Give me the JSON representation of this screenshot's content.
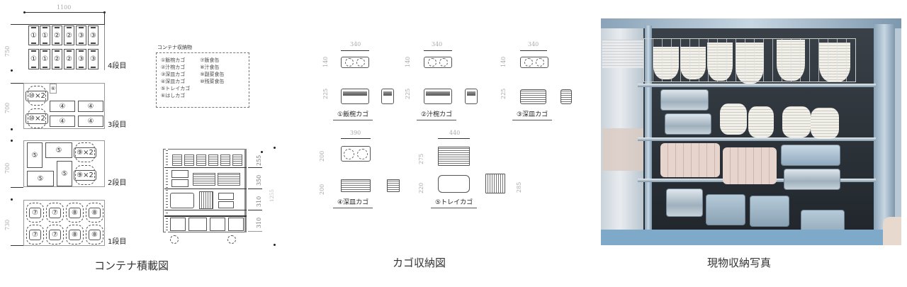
{
  "captions": {
    "left": "コンテナ積載図",
    "middle": "カゴ収納図",
    "right": "現物収納写真"
  },
  "stacking": {
    "width_dim": "1100",
    "tier_heights": [
      "750",
      "700",
      "700",
      "730"
    ],
    "tiers": [
      {
        "label": "4段目",
        "rows": [
          [
            "①",
            "①",
            "②",
            "②",
            "③",
            "③"
          ],
          [
            "①",
            "①",
            "②",
            "②",
            "③",
            "③"
          ]
        ]
      },
      {
        "label": "3段目",
        "items": [
          "⑩×2",
          "⑩×2",
          "⑥",
          "④",
          "④",
          "④",
          "④"
        ]
      },
      {
        "label": "2段目",
        "items": [
          "⑤",
          "⑤",
          "⑤",
          "⑤",
          "⑨×2",
          "⑨×2"
        ]
      },
      {
        "label": "1段目",
        "rows": [
          [
            "⑦",
            "⑦",
            "⑧",
            "⑧"
          ],
          [
            "⑦",
            "⑦",
            "⑧",
            "⑧"
          ]
        ]
      }
    ]
  },
  "legend": {
    "title": "コンテナ収納物",
    "col1": [
      "①飯椀カゴ",
      "②汁椀カゴ",
      "③深皿カゴ",
      "④深皿カゴ",
      "⑤トレイカゴ",
      "⑥はしカゴ"
    ],
    "col2": [
      "⑦飯食缶",
      "⑧汁食缶",
      "⑨副菜食缶",
      "⑩残菜食缶"
    ]
  },
  "cart_side": {
    "dims": [
      "255",
      "350",
      "310",
      "310"
    ],
    "total": "1255"
  },
  "kagos": [
    {
      "name": "①飯椀カゴ",
      "width": "340",
      "depth": "140",
      "height": "225"
    },
    {
      "name": "②汁椀カゴ",
      "width": "340",
      "depth": "140",
      "height": "225"
    },
    {
      "name": "③深皿カゴ",
      "width": "340",
      "depth": "140",
      "height": "225"
    },
    {
      "name": "④深皿カゴ",
      "width": "390",
      "depth": "200",
      "height": "200"
    },
    {
      "name": "⑤トレイカゴ",
      "width": "440",
      "depth": "275",
      "height": "220",
      "side": "285"
    }
  ],
  "photo": {
    "alt": "Storage cart with baskets of bowls, plates, trays and metal food containers"
  }
}
